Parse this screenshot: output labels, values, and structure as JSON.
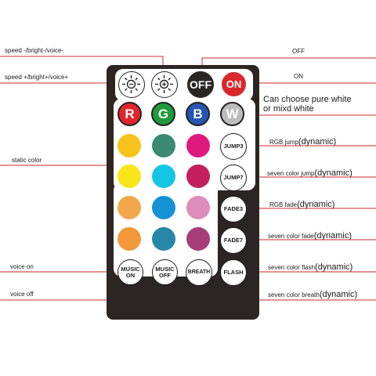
{
  "remote": {
    "top_buttons": {
      "speed_down_icon": "sun-down-icon",
      "speed_up_icon": "sun-up-icon",
      "off_label": "OFF",
      "on_label": "ON"
    },
    "rgbw_buttons": [
      {
        "label": "R",
        "color": "#e0262b"
      },
      {
        "label": "G",
        "color": "#1f9a3c"
      },
      {
        "label": "B",
        "color": "#2457b3"
      },
      {
        "label": "W",
        "color": "#bdbdbd"
      }
    ],
    "color_rows": [
      [
        "#f6c31d",
        "#3c8a73",
        "#e0197e"
      ],
      [
        "#f7e619",
        "#14c6e3",
        "#c41f5d"
      ],
      [
        "#f2a74a",
        "#1592d6",
        "#dc8dbb"
      ],
      [
        "#f4993b",
        "#2886a8",
        "#a63d79"
      ]
    ],
    "mode_buttons": {
      "jump3": "JUMP3",
      "jump7": "JUMP7",
      "fade3": "FADE3",
      "fade7": "FADE7",
      "flash": "FLASH",
      "music_on_1": "MUSIC",
      "music_on_2": "ON",
      "music_off_1": "MUSIC",
      "music_off_2": "OFF",
      "breath": "BREATH"
    }
  },
  "labels": {
    "speed_down": "speed -/bright-/voice-",
    "speed_up": "speed +/bright+/voice+",
    "static_color": "static color",
    "voice_on": "voice on",
    "voice_off": "voice off",
    "off": "OFF",
    "on": "ON",
    "white_1": "Can choose pure white",
    "white_2": "or mixd white",
    "rgb_jump": "RGB jump",
    "seven_jump": "seven color jump",
    "rgb_fade": "RGB fade",
    "seven_fade": "seven color fade",
    "seven_flash": "seven color flash",
    "seven_breath": "seven color breath",
    "dynamic": "(dynamic)"
  },
  "accent": {
    "line": "#cf2a2a",
    "remote": "#2b2524"
  }
}
